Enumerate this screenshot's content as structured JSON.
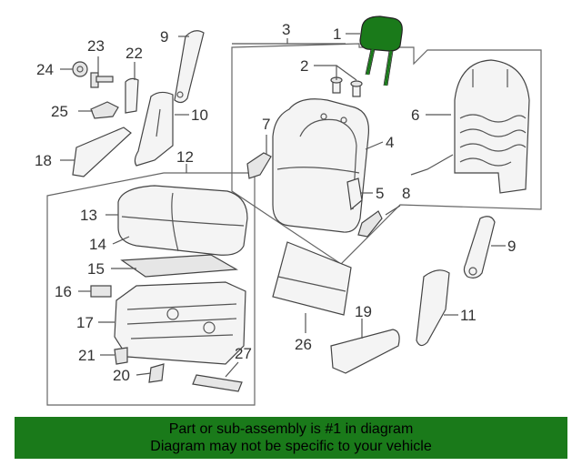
{
  "footer": {
    "line1": "Part or sub-assembly is #1 in diagram",
    "line2": "Diagram may not be specific to your vehicle",
    "background": "#1a7a1a"
  },
  "highlight_color": "#1a7a1a",
  "callouts": {
    "c1": "1",
    "c2": "2",
    "c3": "3",
    "c4": "4",
    "c5": "5",
    "c6": "6",
    "c7": "7",
    "c8": "8",
    "c9a": "9",
    "c9b": "9",
    "c10": "10",
    "c11": "11",
    "c12": "12",
    "c13": "13",
    "c14": "14",
    "c15": "15",
    "c16": "16",
    "c17": "17",
    "c18": "18",
    "c19": "19",
    "c20": "20",
    "c21": "21",
    "c22": "22",
    "c23": "23",
    "c24": "24",
    "c25": "25",
    "c26": "26",
    "c27": "27"
  }
}
